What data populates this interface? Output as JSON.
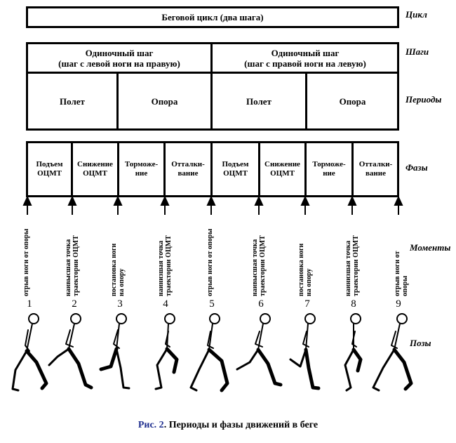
{
  "cycle": {
    "label": "Беговой цикл (два шага)",
    "side_label": "Цикл"
  },
  "steps": {
    "side_label": "Шаги",
    "items": [
      {
        "line1": "Одиночный шаг",
        "line2": "(шаг с левой ноги на правую)"
      },
      {
        "line1": "Одиночный шаг",
        "line2": "(шаг с правой ноги на левую)"
      }
    ]
  },
  "periods": {
    "side_label": "Периоды",
    "items": [
      "Полет",
      "Опора",
      "Полет",
      "Опора"
    ]
  },
  "phases": {
    "side_label": "Фазы",
    "items": [
      "Подъем\nОЦМТ",
      "Снижение\nОЦМТ",
      "Торможе-\nние",
      "Отталки-\nвание",
      "Подъем\nОЦМТ",
      "Снижение\nОЦМТ",
      "Торможе-\nние",
      "Отталки-\nвание"
    ]
  },
  "moments": {
    "side_label": "Моменты",
    "items": [
      "отрыв ноги от опоры",
      "наивысшая точка\nтраектории ОЦМТ",
      "постановка ноги\nна опору",
      "наинизшая точка\nтраектории ОЦМТ",
      "отрыв ноги от опоры",
      "наивысшая точка\nтраектории ОЦМТ",
      "постановка ноги\nна опору",
      "наинизшая точка\nтраектории ОЦМТ",
      "отрыв ноги от опоры"
    ]
  },
  "poses": {
    "side_label": "Позы",
    "numbers": [
      "1",
      "2",
      "3",
      "4",
      "5",
      "6",
      "7",
      "8",
      "9"
    ]
  },
  "caption": {
    "label": "Рис. 2",
    "text": ". Периоды и фазы движений в беге"
  },
  "colors": {
    "caption_label": "#1f2f8f"
  }
}
